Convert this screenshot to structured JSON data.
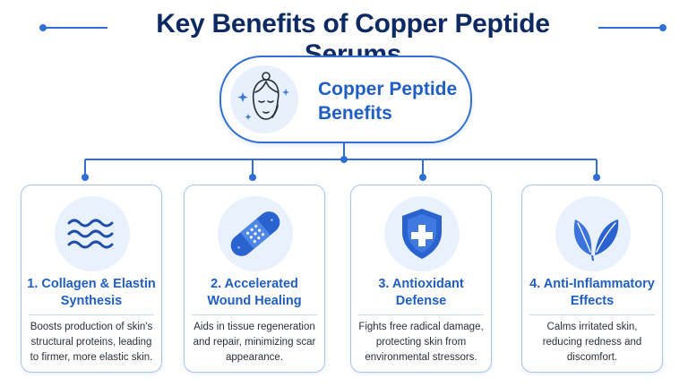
{
  "title": "Key Benefits of Copper Peptide Serums",
  "hub": {
    "label": "Copper Peptide Benefits",
    "icon": "woman-face-icon"
  },
  "colors": {
    "accent": "#2f6fd6",
    "title": "#0d2a63",
    "card_title": "#1f5fc4",
    "card_border": "#a9c4ec"
  },
  "cards": [
    {
      "title": "1. Collagen & Elastin Synthesis",
      "description": "Boosts production of skin's structural proteins, leading to firmer, more elastic skin.",
      "icon": "waves-icon"
    },
    {
      "title": "2. Accelerated Wound Healing",
      "description": "Aids in tissue regeneration and repair, minimizing scar appearance.",
      "icon": "bandage-icon"
    },
    {
      "title": "3. Antioxidant Defense",
      "description": "Fights free radical damage, protecting skin from environmental stressors.",
      "icon": "shield-cross-icon"
    },
    {
      "title": "4. Anti-Inflammatory Effects",
      "description": "Calms irritated skin, reducing redness and discomfort.",
      "icon": "leaves-icon"
    }
  ]
}
